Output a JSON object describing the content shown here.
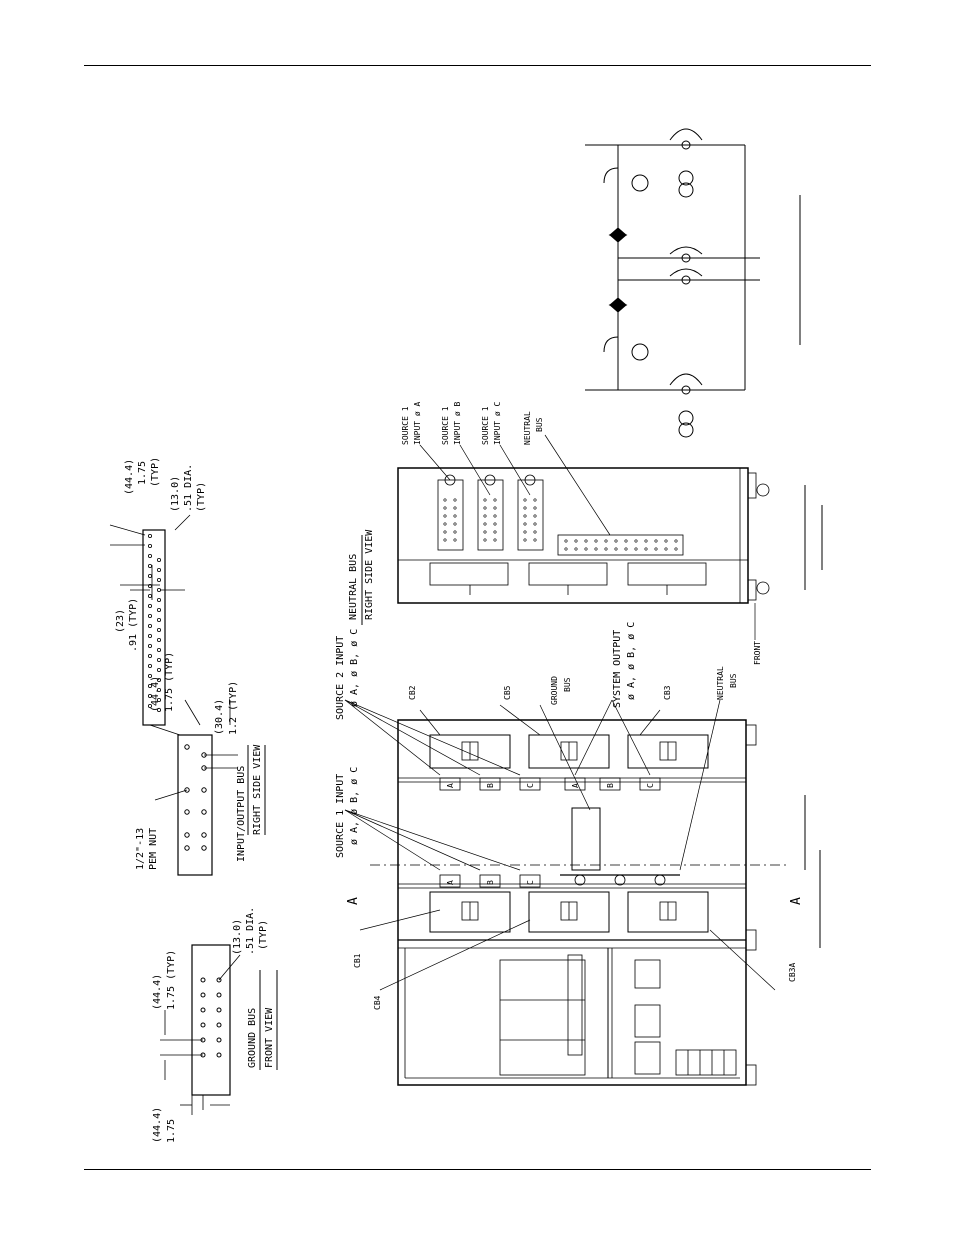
{
  "ground_bus": {
    "title": "GROUND BUS",
    "subtitle": "FRONT VIEW",
    "dim_top": [
      "(44.4)",
      "1.75 (TYP)"
    ],
    "dim_bottom": [
      "(44.4)",
      "1.75"
    ],
    "hole": [
      "(13.0)",
      ".51 DIA.",
      "(TYP)"
    ]
  },
  "io_bus": {
    "title": "INPUT/OUTPUT BUS",
    "subtitle": "RIGHT SIDE VIEW",
    "dim_a": [
      "(44.4)",
      "1.75 (TYP)"
    ],
    "dim_b": [
      "(30.4)",
      "1.2 (TYP)"
    ],
    "pem": [
      "1/2\"-13",
      "PEM NUT"
    ]
  },
  "neutral_bus": {
    "title": "NEUTRAL BUS",
    "subtitle": "RIGHT SIDE VIEW",
    "dim_a": [
      "(44.4)",
      "1.75",
      "(TYP)"
    ],
    "hole": [
      "(13.0)",
      ".51 DIA.",
      "(TYP)"
    ],
    "dim_b": [
      "(23)",
      ".91 (TYP)"
    ]
  },
  "cabinet_front": {
    "source1": [
      "SOURCE 1 INPUT",
      "ø A, ø B, ø C"
    ],
    "source2": [
      "SOURCE 2 INPUT",
      "ø A, ø B, ø C"
    ],
    "system_output": [
      "SYSTEM OUTPUT",
      "ø A, ø B, ø C"
    ],
    "ground": [
      "GROUND",
      "BUS"
    ],
    "neutral": [
      "NEUTRAL",
      "BUS"
    ],
    "breakers": [
      "CB1",
      "CB4",
      "CB3A",
      "CB2",
      "CB5",
      "CB3"
    ],
    "terminals": [
      "A",
      "B",
      "C",
      "A",
      "B",
      "C",
      "A",
      "B",
      "C"
    ],
    "section_mark": "A"
  },
  "cabinet_side": {
    "labels": [
      [
        "SOURCE 1",
        "INPUT ø A"
      ],
      [
        "SOURCE 1",
        "INPUT ø B"
      ],
      [
        "SOURCE 1",
        "INPUT ø C"
      ],
      [
        "NEUTRAL",
        "BUS"
      ]
    ],
    "front": "FRONT"
  }
}
